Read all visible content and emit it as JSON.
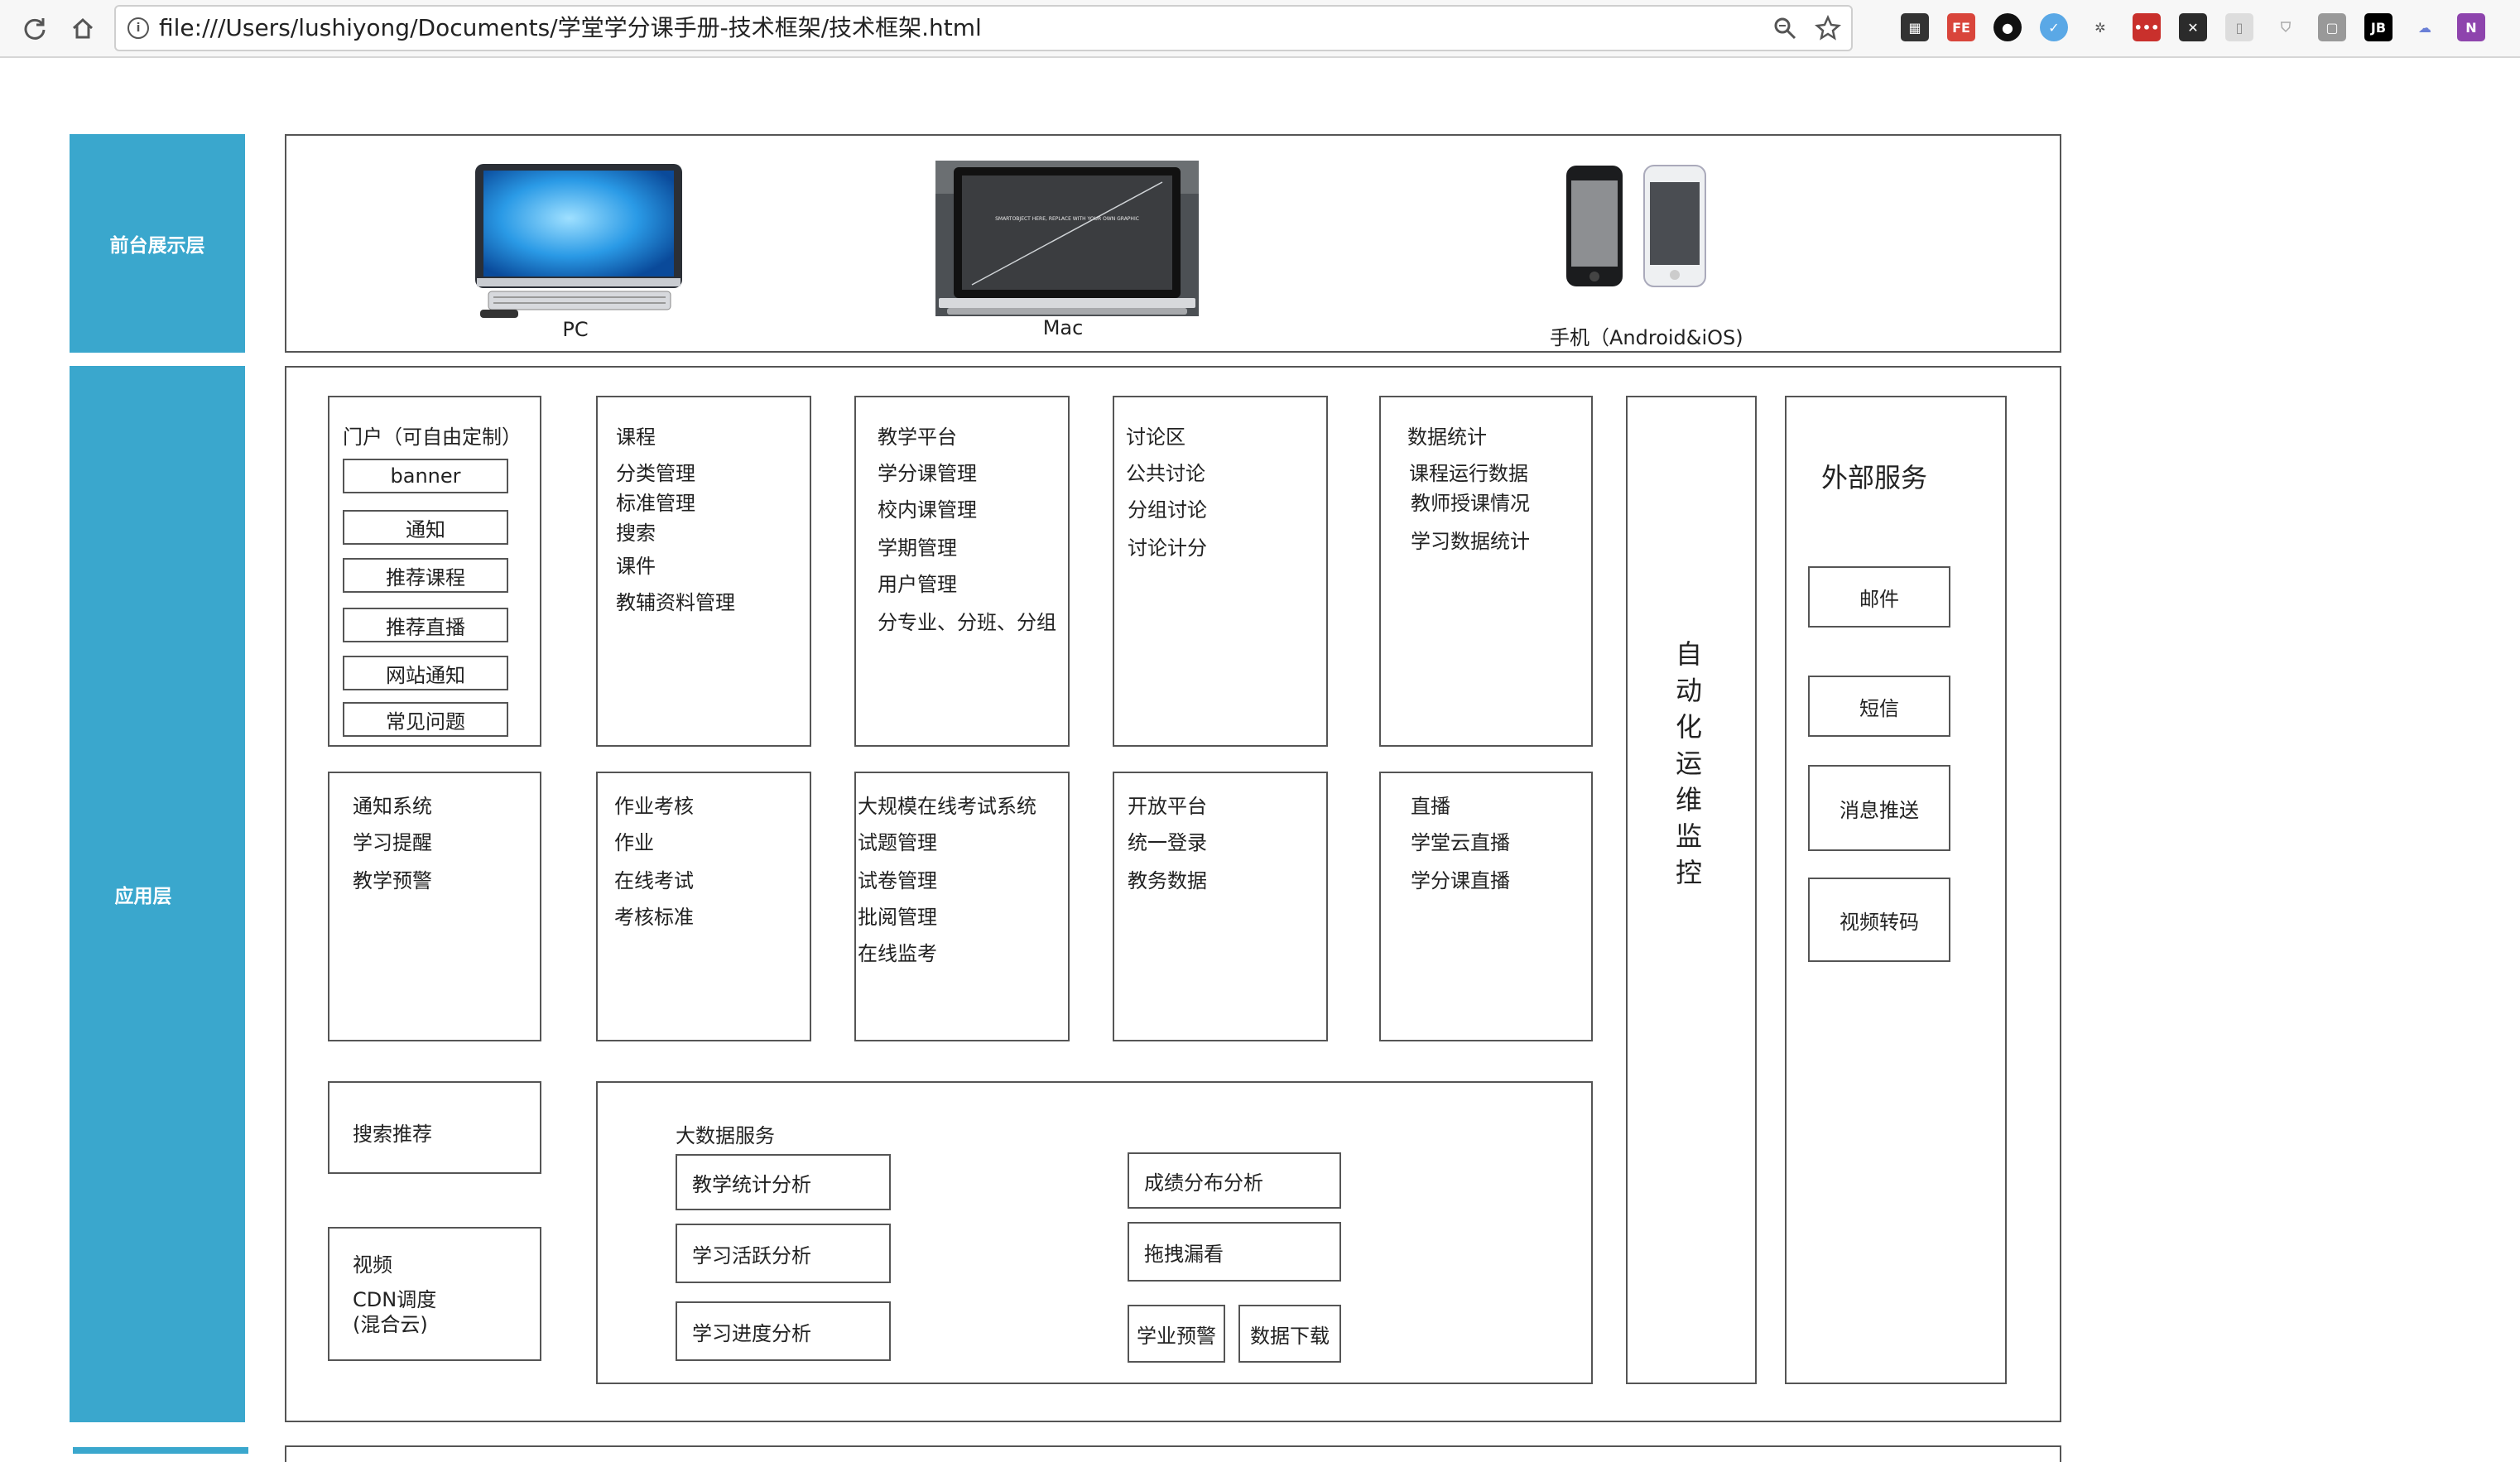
{
  "browser": {
    "url": "file:///Users/lushiyong/Documents/学堂学分课手册-技术框架/技术框架.html",
    "icons": [
      "reload-icon",
      "home-icon",
      "info-icon",
      "zoom-icon",
      "bookmark-star-icon",
      "qr-code-icon",
      "fe-extension-icon",
      "alien-extension-icon",
      "feather-extension-icon",
      "spider-extension-icon",
      "dots-extension-icon",
      "close-extension-icon",
      "page-extension-icon",
      "shield-extension-icon",
      "note-extension-icon",
      "jetbrains-extension-icon",
      "cloud-extension-icon",
      "onenote-extension-icon"
    ]
  },
  "layers": {
    "front": "前台展示层",
    "app": "应用层"
  },
  "devices": {
    "pc": "PC",
    "mac": "Mac",
    "mac_screen_text": "SMARTOBJECT HERE, REPLACE WITH YOUR OWN GRAPHIC",
    "mobile": "手机（Android&iOS)"
  },
  "portal": {
    "title": "门户（可自由定制）",
    "items": [
      "banner",
      "通知",
      "推荐课程",
      "推荐直播",
      "网站通知",
      "常见问题"
    ]
  },
  "course": [
    "课程",
    "分类管理",
    "标准管理",
    "搜索",
    "课件",
    "教辅资料管理"
  ],
  "teaching": [
    "教学平台",
    "学分课管理",
    "校内课管理",
    "学期管理",
    "用户管理",
    "分专业、分班、分组"
  ],
  "discussion": [
    "讨论区",
    "公共讨论",
    "分组讨论",
    "讨论计分"
  ],
  "stats": [
    "数据统计",
    "课程运行数据",
    "教师授课情况",
    "学习数据统计"
  ],
  "notify": [
    "通知系统",
    "学习提醒",
    "教学预警"
  ],
  "homework": [
    "作业考核",
    "作业",
    "在线考试",
    "考核标准"
  ],
  "exam": [
    "大规模在线考试系统",
    "试题管理",
    "试卷管理",
    "批阅管理",
    "在线监考"
  ],
  "open": [
    "开放平台",
    "统一登录",
    "教务数据"
  ],
  "live": [
    "直播",
    "学堂云直播",
    "学分课直播"
  ],
  "search": "搜索推荐",
  "video": [
    "视频",
    "CDN调度",
    "(混合云)"
  ],
  "bigdata": {
    "title": "大数据服务",
    "items": [
      "教学统计分析",
      "学习活跃分析",
      "学习进度分析",
      "成绩分布分析",
      "拖拽漏看",
      "学业预警",
      "数据下载"
    ]
  },
  "ops": [
    "自",
    "动",
    "化",
    "运",
    "维",
    "监",
    "控"
  ],
  "external": {
    "title": "外部服务",
    "items": [
      "邮件",
      "短信",
      "消息推送",
      "视频转码"
    ]
  }
}
